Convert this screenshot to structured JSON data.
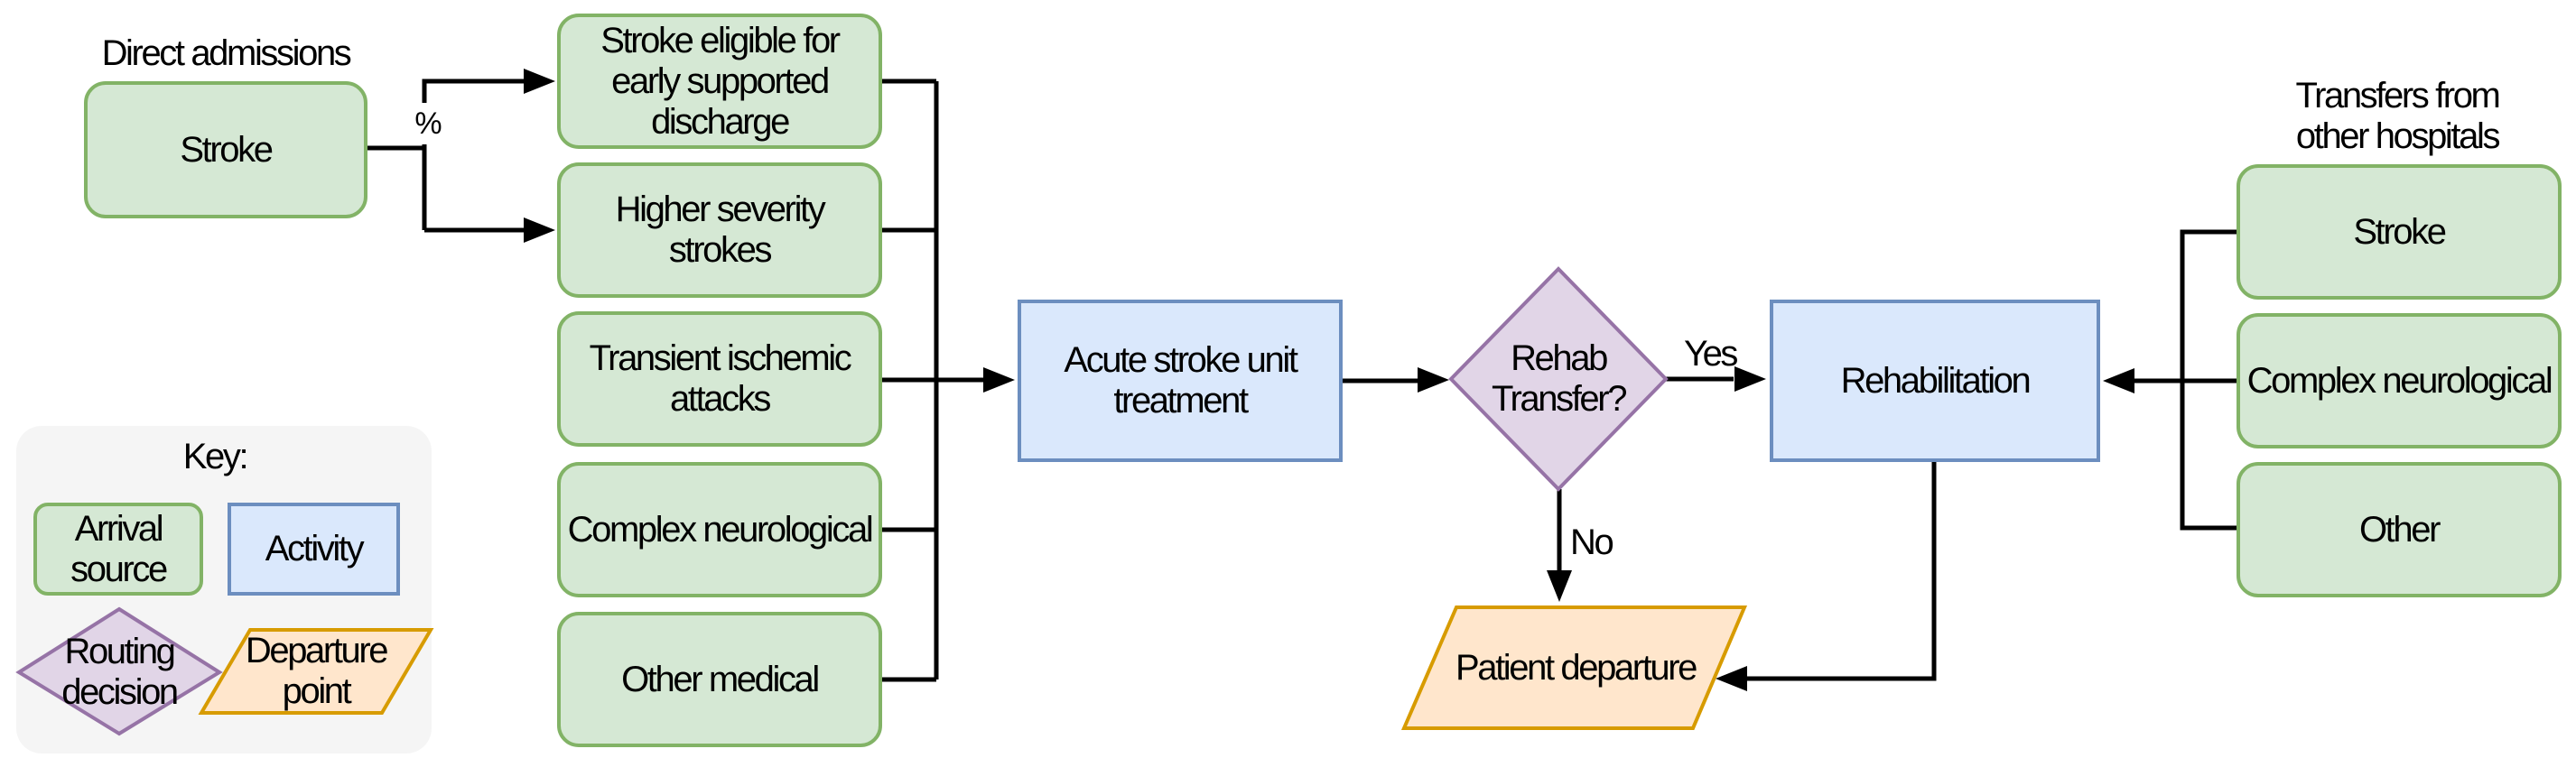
{
  "labels": {
    "direct_admissions": "Direct admissions",
    "transfers": "Transfers from other hospitals",
    "percent": "%",
    "yes": "Yes",
    "no": "No"
  },
  "nodes": {
    "stroke_arrival": "Stroke",
    "esd": "Stroke eligible for early supported discharge",
    "higher_severity": "Higher severity strokes",
    "tia": "Transient ischemic attacks",
    "complex_neuro": "Complex neurological",
    "other_medical": "Other medical",
    "asu": "Acute stroke unit treatment",
    "rehab_decision": "Rehab Transfer?",
    "rehabilitation": "Rehabilitation",
    "patient_departure": "Patient departure",
    "transfer_stroke": "Stroke",
    "transfer_complex_neuro": "Complex neurological",
    "transfer_other": "Other"
  },
  "key": {
    "title": "Key:",
    "items": [
      {
        "shape": "rounded-rect",
        "label": "Arrival source"
      },
      {
        "shape": "rect",
        "label": "Activity"
      },
      {
        "shape": "diamond",
        "label": "Routing decision"
      },
      {
        "shape": "parallelogram",
        "label": "Departure point"
      }
    ]
  },
  "colors": {
    "arrival_fill": "#d5e8d4",
    "arrival_stroke": "#82b366",
    "activity_fill": "#dae8fc",
    "activity_stroke": "#6c8ebf",
    "decision_fill": "#e1d5e7",
    "decision_stroke": "#9673a6",
    "departure_fill": "#ffe6cc",
    "departure_stroke": "#d79b00",
    "key_bg": "#f5f5f5",
    "edge": "#000000"
  }
}
